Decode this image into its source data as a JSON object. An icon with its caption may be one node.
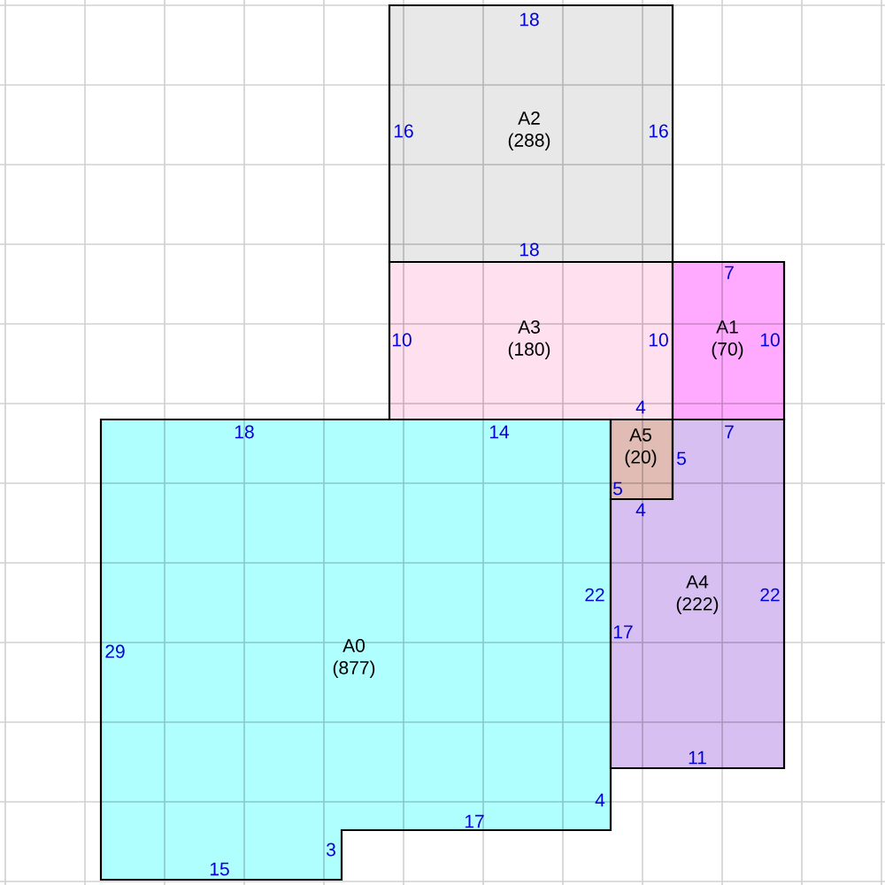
{
  "diagram": {
    "nodes": [
      {
        "text": [
          "A2",
          "(288)"
        ]
      },
      {
        "text": [
          "A3",
          "(180)"
        ]
      },
      {
        "text": [
          "A1",
          "(70)"
        ]
      },
      {
        "text": [
          "A0",
          "(877)"
        ]
      },
      {
        "text": [
          "A5",
          "(20)"
        ]
      },
      {
        "text": [
          "A4",
          "(222)"
        ]
      }
    ],
    "labels": [
      "18",
      "16",
      "16",
      "18",
      "7",
      "10",
      "10",
      "10",
      "4",
      "18",
      "14",
      "7",
      "5",
      "5",
      "4",
      "22",
      "22",
      "17",
      "29",
      "11",
      "4",
      "17",
      "3",
      "15"
    ]
  }
}
